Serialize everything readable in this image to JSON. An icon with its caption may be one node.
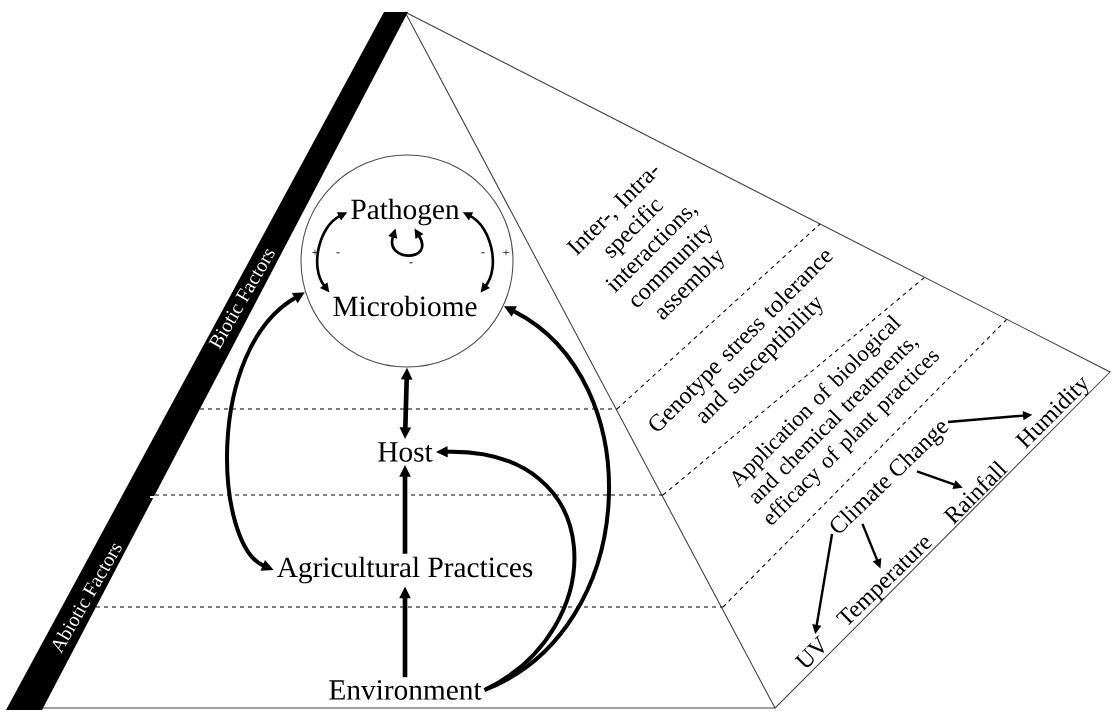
{
  "diagram": {
    "nodes": [
      {
        "text": [],
        "shape": "circle"
      },
      {
        "text": [
          "Pathogen"
        ],
        "in": 0
      },
      {
        "text": [
          "Microbiome"
        ],
        "in": 0
      },
      {
        "text": [
          "Host"
        ]
      },
      {
        "text": [
          "Agricultural Practices"
        ]
      },
      {
        "text": [
          "Environment"
        ]
      },
      {
        "text": [
          "Climate Change"
        ]
      },
      {
        "text": [
          "Humidity"
        ]
      },
      {
        "text": [
          "Rainfall"
        ]
      },
      {
        "text": [
          "Temperature"
        ]
      },
      {
        "text": [
          "UV"
        ]
      }
    ],
    "edges": [
      {
        "from": 1,
        "to": 2,
        "arrow": "both"
      },
      {
        "from": 1,
        "to": 2,
        "arrow": "both"
      },
      {
        "from": 1,
        "to": 1,
        "arrow": "both"
      },
      {
        "from": 3,
        "to": 0,
        "arrow": "both"
      },
      {
        "from": 4,
        "to": 0,
        "arrow": "both"
      },
      {
        "from": 4,
        "to": 3,
        "arrow": "to"
      },
      {
        "from": 5,
        "to": 4,
        "arrow": "to"
      },
      {
        "from": 5,
        "to": 3,
        "arrow": "to"
      },
      {
        "from": 5,
        "to": 0,
        "arrow": "to"
      },
      {
        "from": 6,
        "to": 7,
        "arrow": "to"
      },
      {
        "from": 6,
        "to": 8,
        "arrow": "to"
      },
      {
        "from": 6,
        "to": 9,
        "arrow": "to"
      },
      {
        "from": 6,
        "to": 10,
        "arrow": "to"
      }
    ],
    "labels": [
      "Biotic Factors",
      "Abiotic Factors",
      "+",
      "-",
      "-",
      "-",
      "+",
      "Inter-, Intra- specific interactions, community assembly",
      "Genotype stress tolerance and susceptibility",
      "Application of biological and chemical treatments, efficacy of plant practices"
    ]
  }
}
